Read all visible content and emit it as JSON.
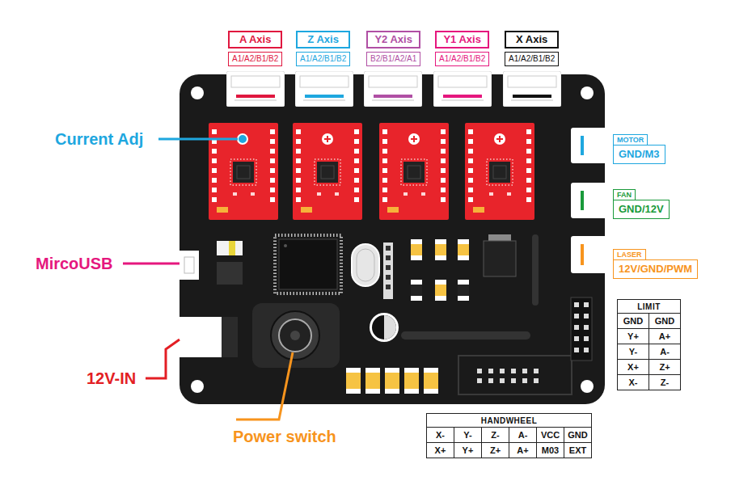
{
  "diagram": {
    "nodes": [
      {
        "text": [
          "A Axis",
          "A1/A2/B1/B2"
        ]
      },
      {
        "text": [
          "Z Axis",
          "A1/A2/B1/B2"
        ]
      },
      {
        "text": [
          "Y2 Axis",
          "B2/B1/A2/A1"
        ]
      },
      {
        "text": [
          "Y1 Axis",
          "A1/A2/B1/B2"
        ]
      },
      {
        "text": [
          "X Axis",
          "A1/A2/B1/B2"
        ]
      },
      {
        "text": [
          "MOTOR",
          "GND/M3"
        ]
      },
      {
        "text": [
          "FAN",
          "GND/12V"
        ]
      },
      {
        "text": [
          "LASER",
          "12V/GND/PWM"
        ]
      },
      {
        "text": [
          "LIMIT",
          "GND",
          "GND",
          "Y+",
          "A+",
          "Y-",
          "A-",
          "X+",
          "Z+",
          "X-",
          "Z-"
        ]
      },
      {
        "text": [
          "HANDWHEEL",
          "X-",
          "Y-",
          "Z-",
          "A-",
          "VCC",
          "GND",
          "X+",
          "Y+",
          "Z+",
          "A+",
          "M03",
          "EXT"
        ]
      }
    ],
    "labels": [
      "Current Adj",
      "MircoUSB",
      "12V-IN",
      "Power switch"
    ]
  }
}
